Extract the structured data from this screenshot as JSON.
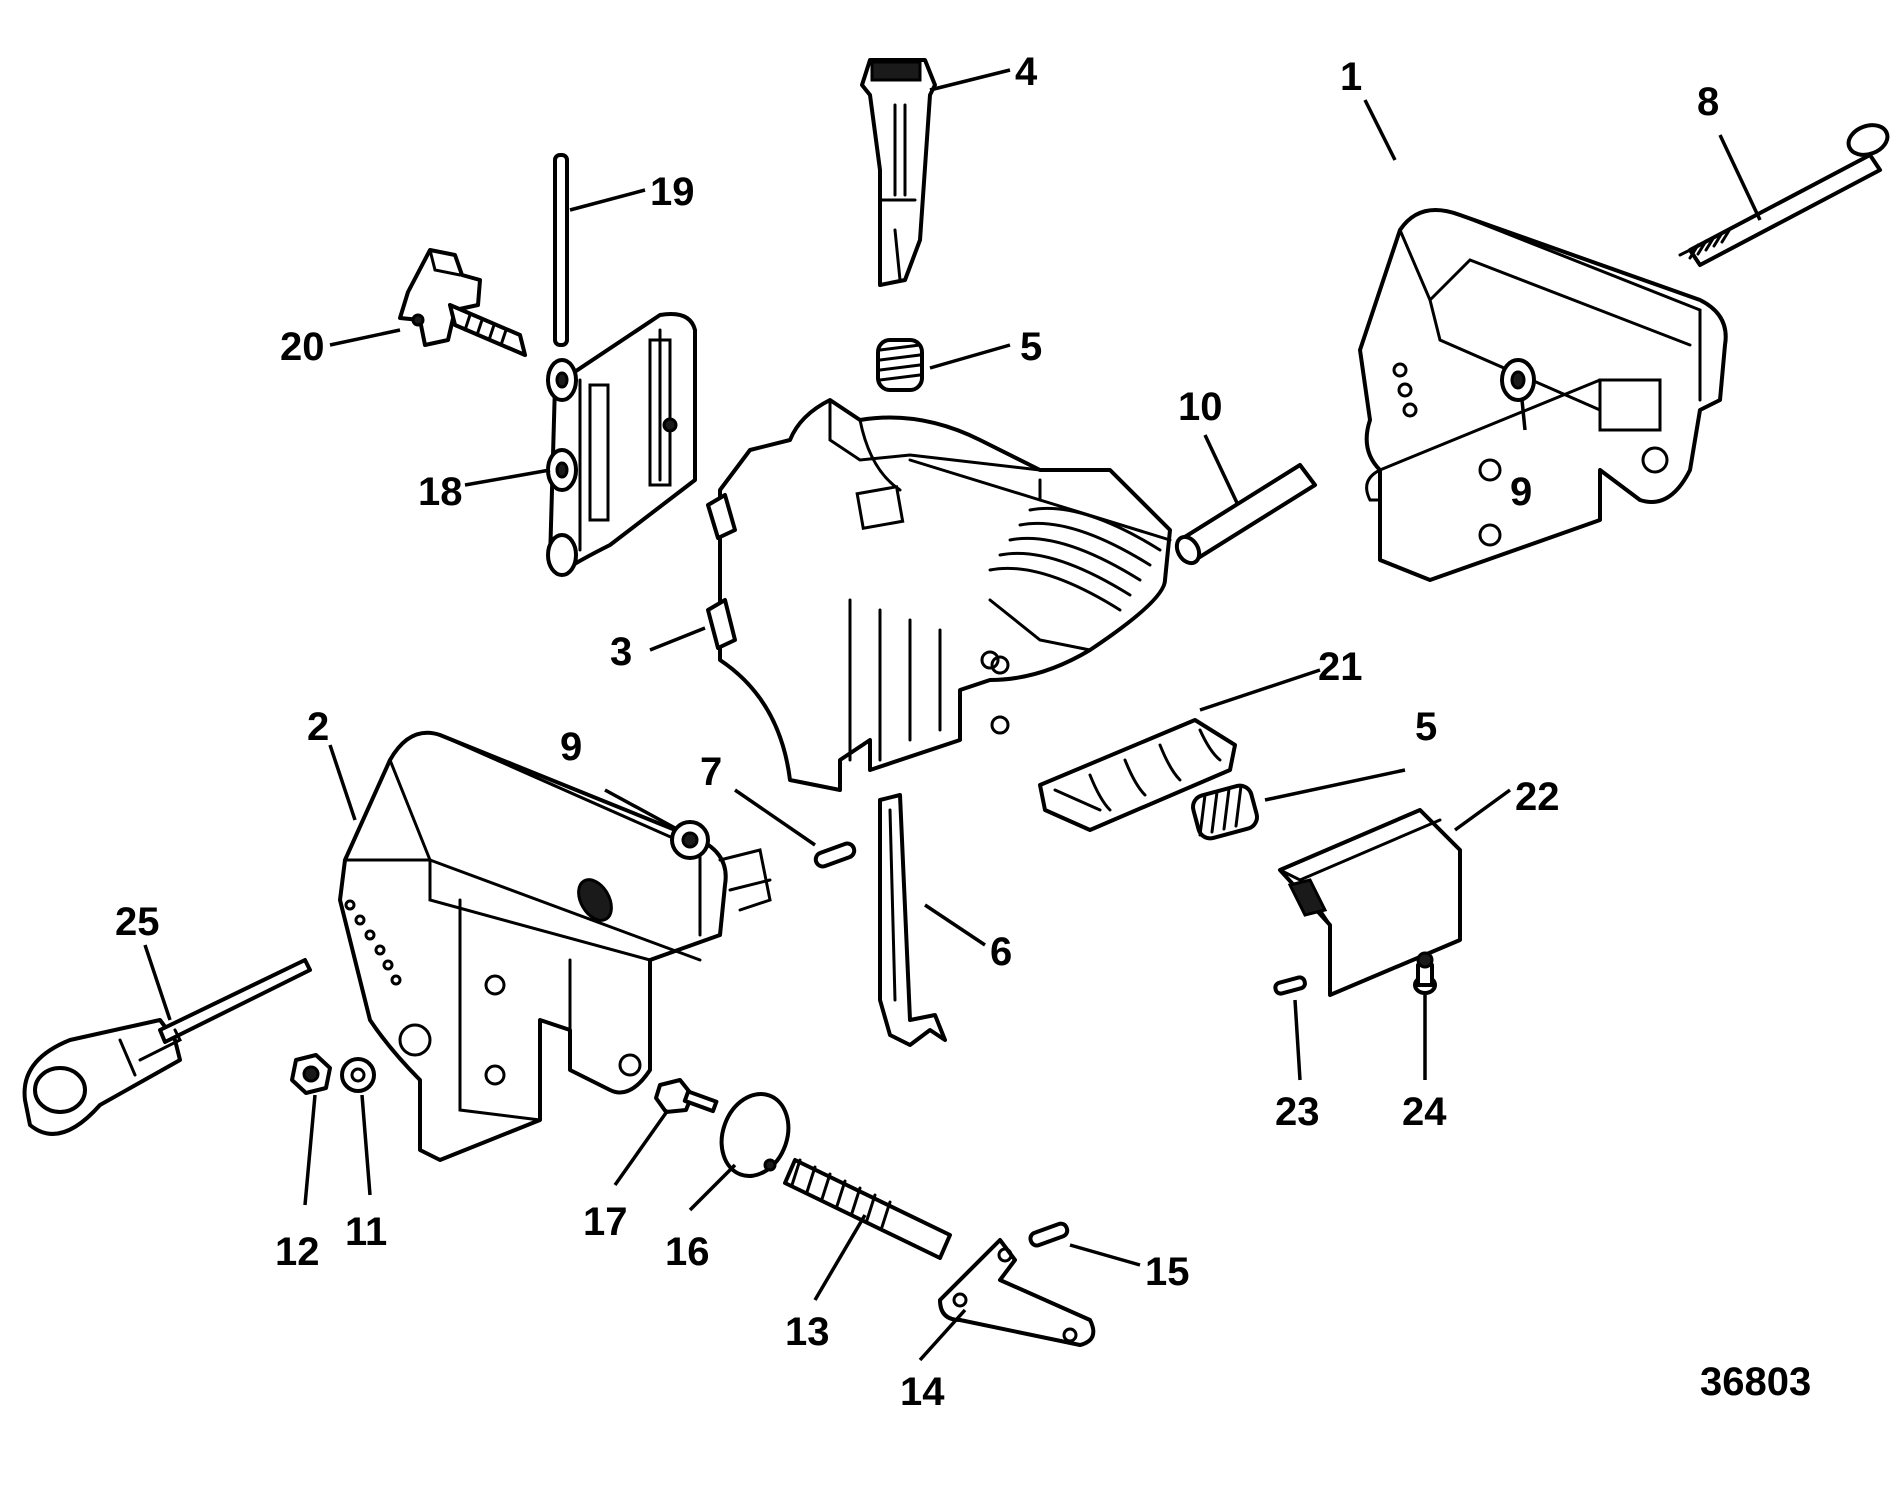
{
  "callouts": {
    "c1": "1",
    "c2": "2",
    "c3": "3",
    "c4": "4",
    "c5a": "5",
    "c5b": "5",
    "c6": "6",
    "c7": "7",
    "c8": "8",
    "c9a": "9",
    "c9b": "9",
    "c10": "10",
    "c11": "11",
    "c12": "12",
    "c13": "13",
    "c14": "14",
    "c15": "15",
    "c16": "16",
    "c17": "17",
    "c18": "18",
    "c19": "19",
    "c20": "20",
    "c21": "21",
    "c22": "22",
    "c23": "23",
    "c24": "24",
    "c25": "25"
  },
  "figure_number": "36803"
}
